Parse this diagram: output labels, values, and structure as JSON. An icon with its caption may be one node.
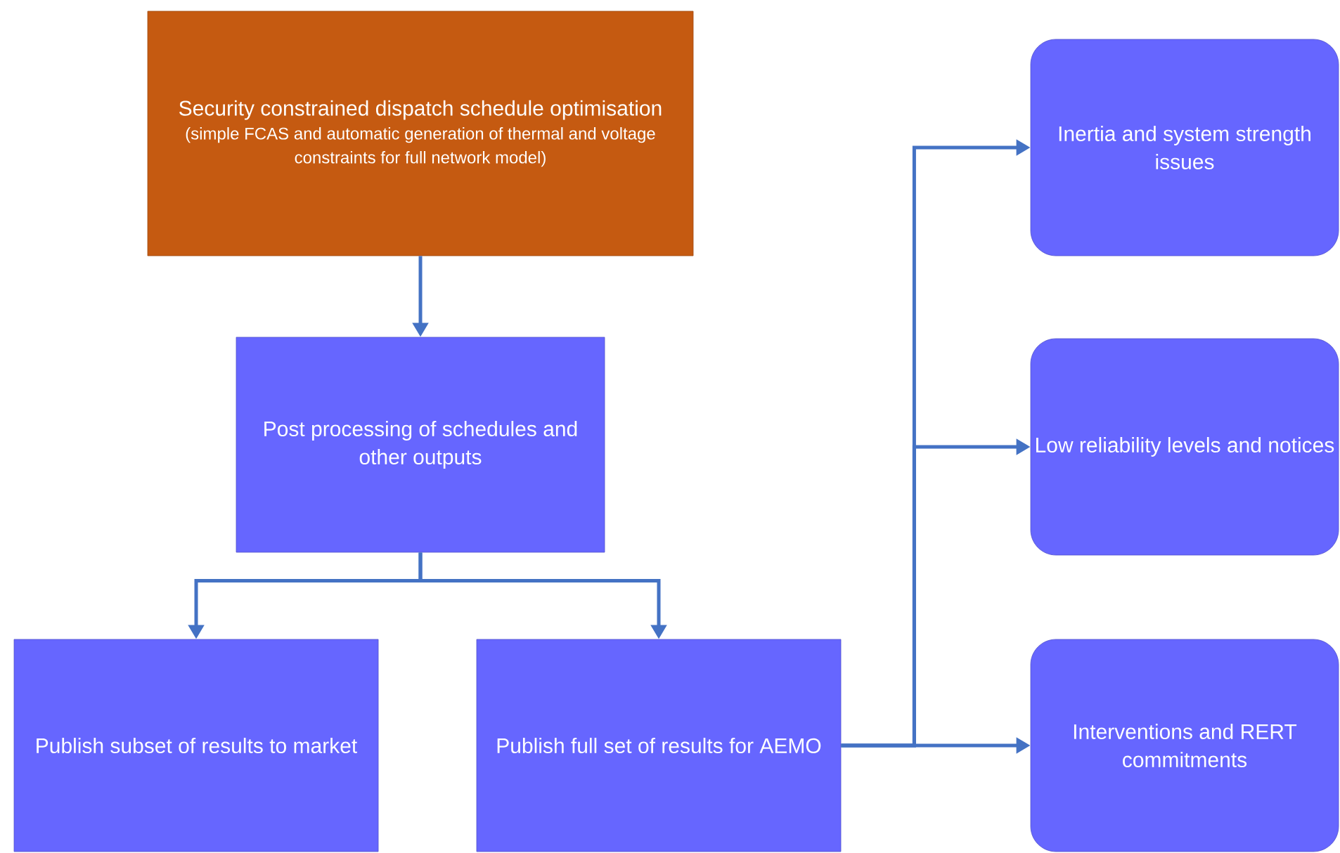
{
  "diagram": {
    "nodes": [
      {
        "text": [
          "Security constrained dispatch schedule optimisation",
          "(simple FCAS and automatic generation of thermal and voltage constraints for full network model)"
        ]
      },
      {
        "text": [
          "Post processing of schedules and other outputs"
        ]
      },
      {
        "text": [
          "Publish subset of results to market"
        ]
      },
      {
        "text": [
          "Publish full set of results for AEMO"
        ]
      },
      {
        "text": [
          "Inertia and system strength issues"
        ]
      },
      {
        "text": [
          "Low reliability levels and notices"
        ]
      },
      {
        "text": [
          "Interventions and RERT commitments"
        ]
      }
    ],
    "edges": [
      {
        "from": 0,
        "to": 1,
        "arrow": "to"
      },
      {
        "from": 1,
        "to": 2,
        "arrow": "to"
      },
      {
        "from": 1,
        "to": 3,
        "arrow": "to"
      },
      {
        "from": 3,
        "to": 4,
        "arrow": "to"
      },
      {
        "from": 3,
        "to": 5,
        "arrow": "to"
      },
      {
        "from": 3,
        "to": 6,
        "arrow": "to"
      }
    ]
  }
}
